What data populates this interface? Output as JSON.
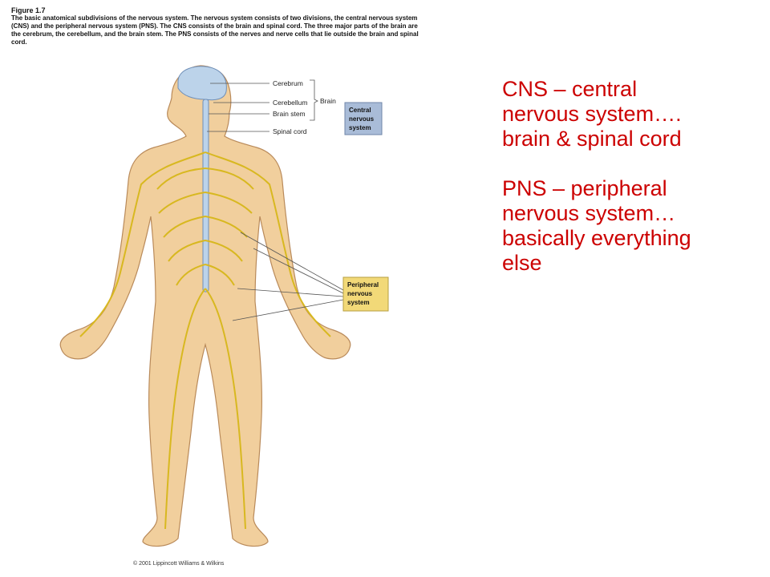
{
  "caption": {
    "figure_number": "Figure 1.7",
    "text": "The basic anatomical subdivisions of the nervous system. The nervous system consists of two divisions, the central nervous system (CNS) and the peripheral nervous system (PNS). The CNS consists of the brain and spinal cord. The three major parts of the brain are the cerebrum, the cerebellum, and the brain stem. The PNS consists of the nerves and nerve cells that lie outside the brain and spinal cord."
  },
  "labels": {
    "cerebrum": "Cerebrum",
    "cerebellum": "Cerebellum",
    "brain_stem": "Brain stem",
    "spinal_cord": "Spinal cord",
    "brain": "Brain"
  },
  "boxes": {
    "central": [
      "Central",
      "nervous",
      "system"
    ],
    "peripheral": [
      "Peripheral",
      "nervous",
      "system"
    ]
  },
  "colors": {
    "central_box": "#a9bcd8",
    "peripheral_box": "#f2d978",
    "skin": "#f1cf9d",
    "nerve": "#d8b820",
    "notes_text": "#cc0000"
  },
  "copyright": "© 2001 Lippincott Williams & Wilkins",
  "notes": {
    "cns": "CNS – central\nnervous system….\nbrain & spinal cord",
    "pns": "PNS – peripheral\nnervous system…\nbasically everything\nelse"
  }
}
